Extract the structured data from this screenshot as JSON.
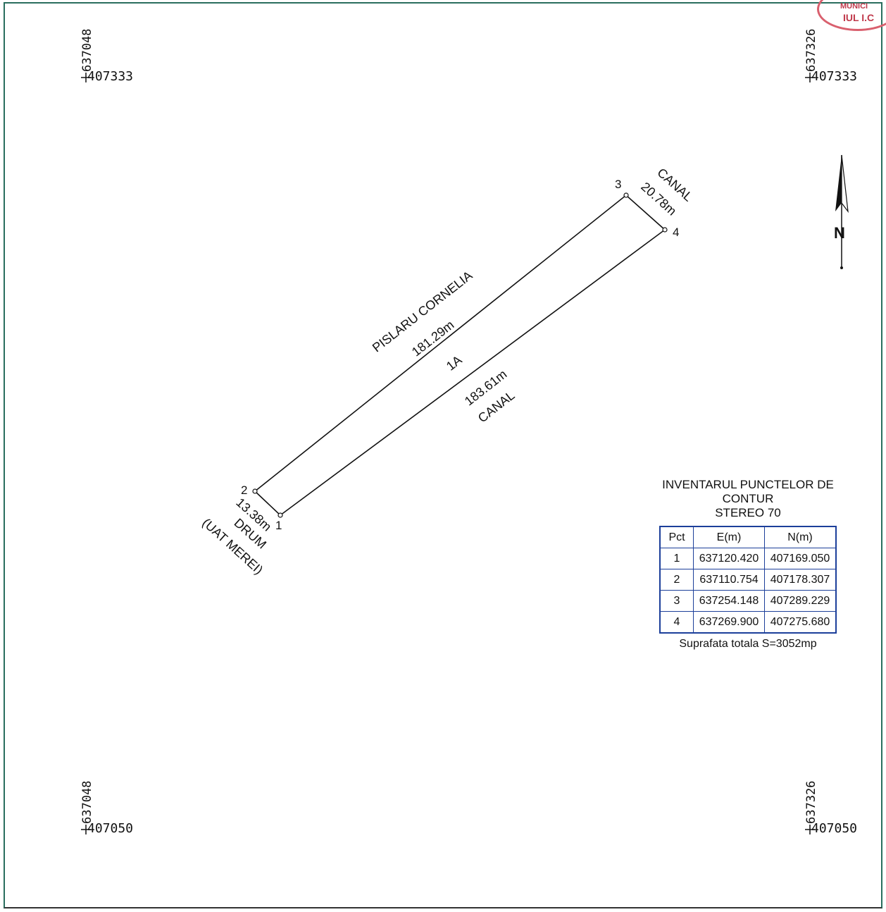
{
  "corners": {
    "tl": {
      "e": "637048",
      "n": "407333"
    },
    "tr": {
      "e": "637326",
      "n": "407333"
    },
    "bl": {
      "e": "637048",
      "n": "407050"
    },
    "br": {
      "e": "637326",
      "n": "407050"
    }
  },
  "parcel": {
    "id": "1A",
    "neighbor_top": "PISLARU CORNELIA",
    "len_top": "181.29m",
    "len_bottom": "183.61m",
    "neighbor_bottom": "CANAL",
    "len_right": "20.78m",
    "neighbor_right": "CANAL",
    "len_left": "13.38m",
    "neighbor_left_1": "DRUM",
    "neighbor_left_2": "(UAT MEREI)",
    "points": [
      "1",
      "2",
      "3",
      "4"
    ]
  },
  "north": "N",
  "inventory": {
    "title": "INVENTARUL PUNCTELOR DE CONTUR",
    "subtitle": "STEREO 70",
    "headers": [
      "Pct",
      "E(m)",
      "N(m)"
    ],
    "rows": [
      [
        "1",
        "637120.420",
        "407169.050"
      ],
      [
        "2",
        "637110.754",
        "407178.307"
      ],
      [
        "3",
        "637254.148",
        "407289.229"
      ],
      [
        "4",
        "637269.900",
        "407275.680"
      ]
    ],
    "area": "Suprafata totala S=3052mp"
  },
  "stamp": {
    "line1": "MUNICI",
    "line2": "IUL I.C"
  }
}
